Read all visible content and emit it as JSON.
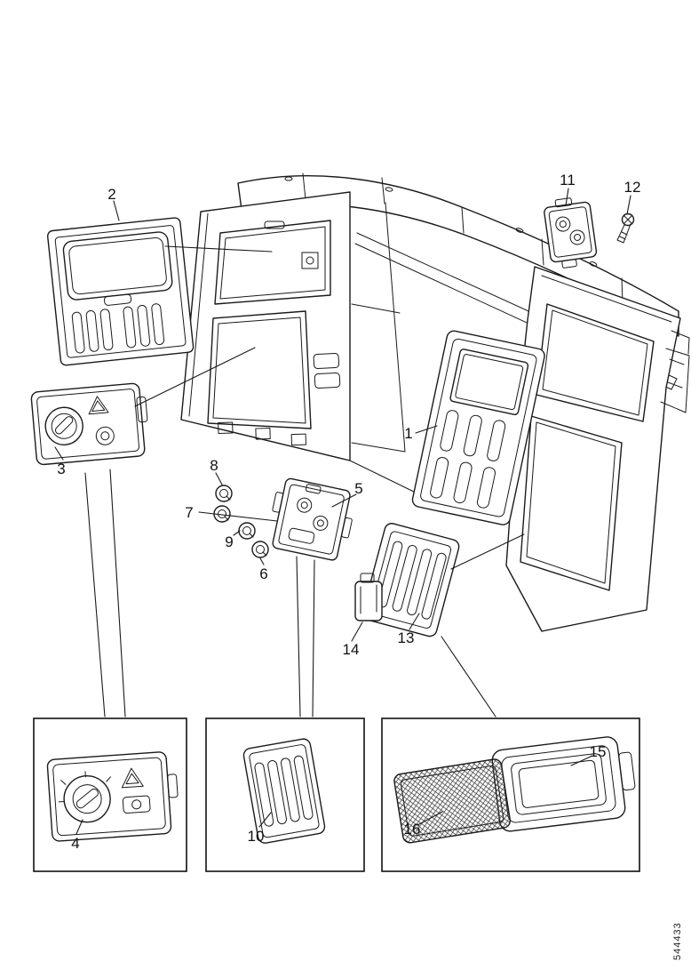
{
  "page": {
    "background": "#ffffff",
    "line_color": "#1a1a1a",
    "hatch_color": "#333333"
  },
  "diagram": {
    "type": "exploded-parts-diagram",
    "subject": "instrument-panel-switch-assembly",
    "drawing_number": "544433",
    "callouts": [
      {
        "number": "1"
      },
      {
        "number": "2"
      },
      {
        "number": "3"
      },
      {
        "number": "4"
      },
      {
        "number": "5"
      },
      {
        "number": "6"
      },
      {
        "number": "7"
      },
      {
        "number": "8"
      },
      {
        "number": "9"
      },
      {
        "number": "10"
      },
      {
        "number": "11"
      },
      {
        "number": "12"
      },
      {
        "number": "13"
      },
      {
        "number": "14"
      },
      {
        "number": "15"
      },
      {
        "number": "16"
      }
    ]
  }
}
